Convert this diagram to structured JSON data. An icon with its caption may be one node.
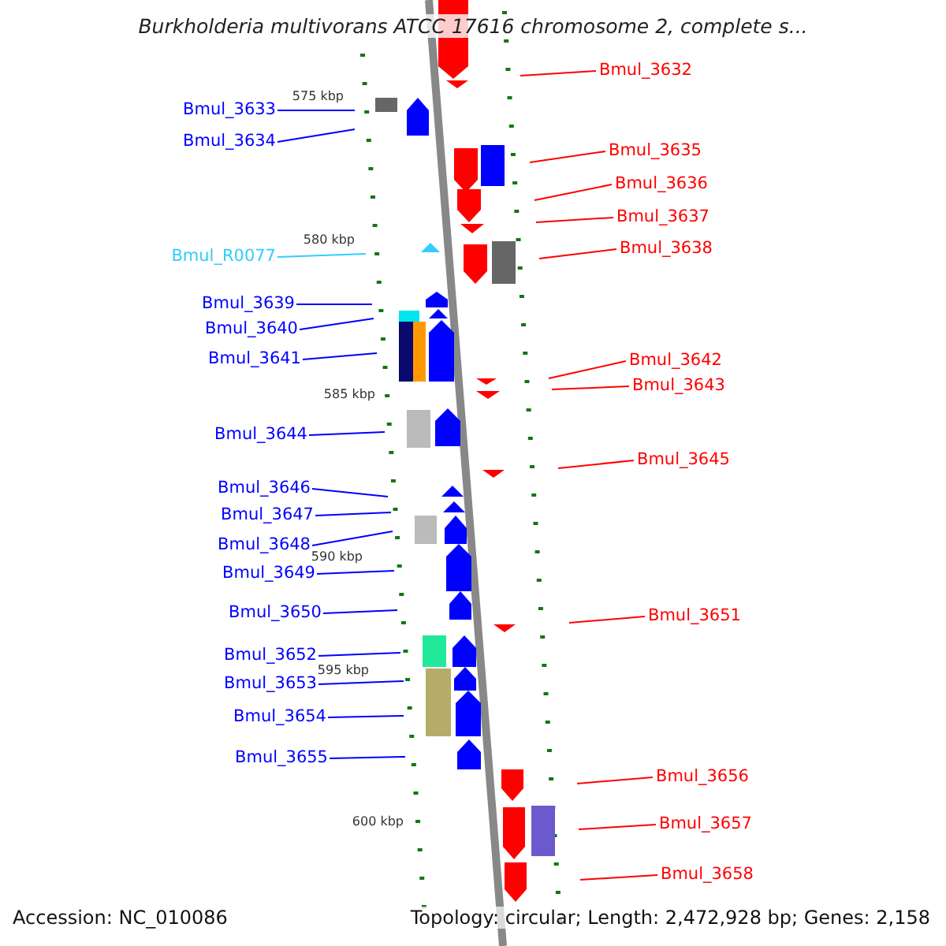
{
  "diagram": {
    "title": "Burkholderia multivorans ATCC 17616 chromosome 2, complete s...",
    "nodes": [
      {
        "text": [
          "Bmul_3632"
        ]
      },
      {
        "text": [
          "Bmul_3633"
        ]
      },
      {
        "text": [
          "Bmul_3634"
        ]
      },
      {
        "text": [
          "Bmul_3635"
        ]
      },
      {
        "text": [
          "Bmul_3636"
        ]
      },
      {
        "text": [
          "Bmul_3637"
        ]
      },
      {
        "text": [
          "Bmul_3638"
        ]
      },
      {
        "text": [
          "Bmul_R0077"
        ]
      },
      {
        "text": [
          "Bmul_3639"
        ]
      },
      {
        "text": [
          "Bmul_3640"
        ]
      },
      {
        "text": [
          "Bmul_3641"
        ]
      },
      {
        "text": [
          "Bmul_3642"
        ]
      },
      {
        "text": [
          "Bmul_3643"
        ]
      },
      {
        "text": [
          "Bmul_3644"
        ]
      },
      {
        "text": [
          "Bmul_3645"
        ]
      },
      {
        "text": [
          "Bmul_3646"
        ]
      },
      {
        "text": [
          "Bmul_3647"
        ]
      },
      {
        "text": [
          "Bmul_3648"
        ]
      },
      {
        "text": [
          "Bmul_3649"
        ]
      },
      {
        "text": [
          "Bmul_3650"
        ]
      },
      {
        "text": [
          "Bmul_3651"
        ]
      },
      {
        "text": [
          "Bmul_3652"
        ]
      },
      {
        "text": [
          "Bmul_3653"
        ]
      },
      {
        "text": [
          "Bmul_3654"
        ]
      },
      {
        "text": [
          "Bmul_3655"
        ]
      },
      {
        "text": [
          "Bmul_3656"
        ]
      },
      {
        "text": [
          "Bmul_3657"
        ]
      },
      {
        "text": [
          "Bmul_3658"
        ]
      }
    ],
    "edges": [
      {
        "from": 0,
        "to": null,
        "arrow": "none",
        "color": "#ff0000"
      },
      {
        "from": 1,
        "to": null,
        "arrow": "none"
      },
      {
        "from": 2,
        "to": null,
        "arrow": "none"
      },
      {
        "from": 3,
        "to": null,
        "arrow": "none",
        "color": "#ff0000"
      },
      {
        "from": 4,
        "to": null,
        "arrow": "none",
        "color": "#ff0000"
      },
      {
        "from": 5,
        "to": null,
        "arrow": "none",
        "color": "#ff0000"
      },
      {
        "from": 6,
        "to": null,
        "arrow": "none",
        "color": "#ff0000"
      },
      {
        "from": 7,
        "to": null,
        "arrow": "none",
        "color": "#33ccff"
      },
      {
        "from": 8,
        "to": null,
        "arrow": "none"
      },
      {
        "from": 9,
        "to": null,
        "arrow": "none"
      },
      {
        "from": 10,
        "to": null,
        "arrow": "none"
      },
      {
        "from": 11,
        "to": null,
        "arrow": "none",
        "color": "#ff0000"
      },
      {
        "from": 12,
        "to": null,
        "arrow": "none",
        "color": "#ff0000"
      },
      {
        "from": 13,
        "to": null,
        "arrow": "none"
      },
      {
        "from": 14,
        "to": null,
        "arrow": "none",
        "color": "#ff0000"
      },
      {
        "from": 15,
        "to": null,
        "arrow": "none"
      },
      {
        "from": 16,
        "to": null,
        "arrow": "none"
      },
      {
        "from": 17,
        "to": null,
        "arrow": "none"
      },
      {
        "from": 18,
        "to": null,
        "arrow": "none"
      },
      {
        "from": 19,
        "to": null,
        "arrow": "none"
      },
      {
        "from": 20,
        "to": null,
        "arrow": "none",
        "color": "#ff0000"
      },
      {
        "from": 21,
        "to": null,
        "arrow": "none"
      },
      {
        "from": 22,
        "to": null,
        "arrow": "none"
      },
      {
        "from": 23,
        "to": null,
        "arrow": "none"
      },
      {
        "from": 24,
        "to": null,
        "arrow": "none"
      },
      {
        "from": 25,
        "to": null,
        "arrow": "none",
        "color": "#ff0000"
      },
      {
        "from": 26,
        "to": null,
        "arrow": "none",
        "color": "#ff0000"
      },
      {
        "from": 27,
        "to": null,
        "arrow": "none",
        "color": "#ff0000"
      }
    ],
    "labels": [
      "575 kbp",
      "580 kbp",
      "585 kbp",
      "590 kbp",
      "595 kbp",
      "600 kbp",
      "Accession: NC_010086",
      "Topology: circular; Length: 2,472,928 bp; Genes: 2,158"
    ]
  }
}
